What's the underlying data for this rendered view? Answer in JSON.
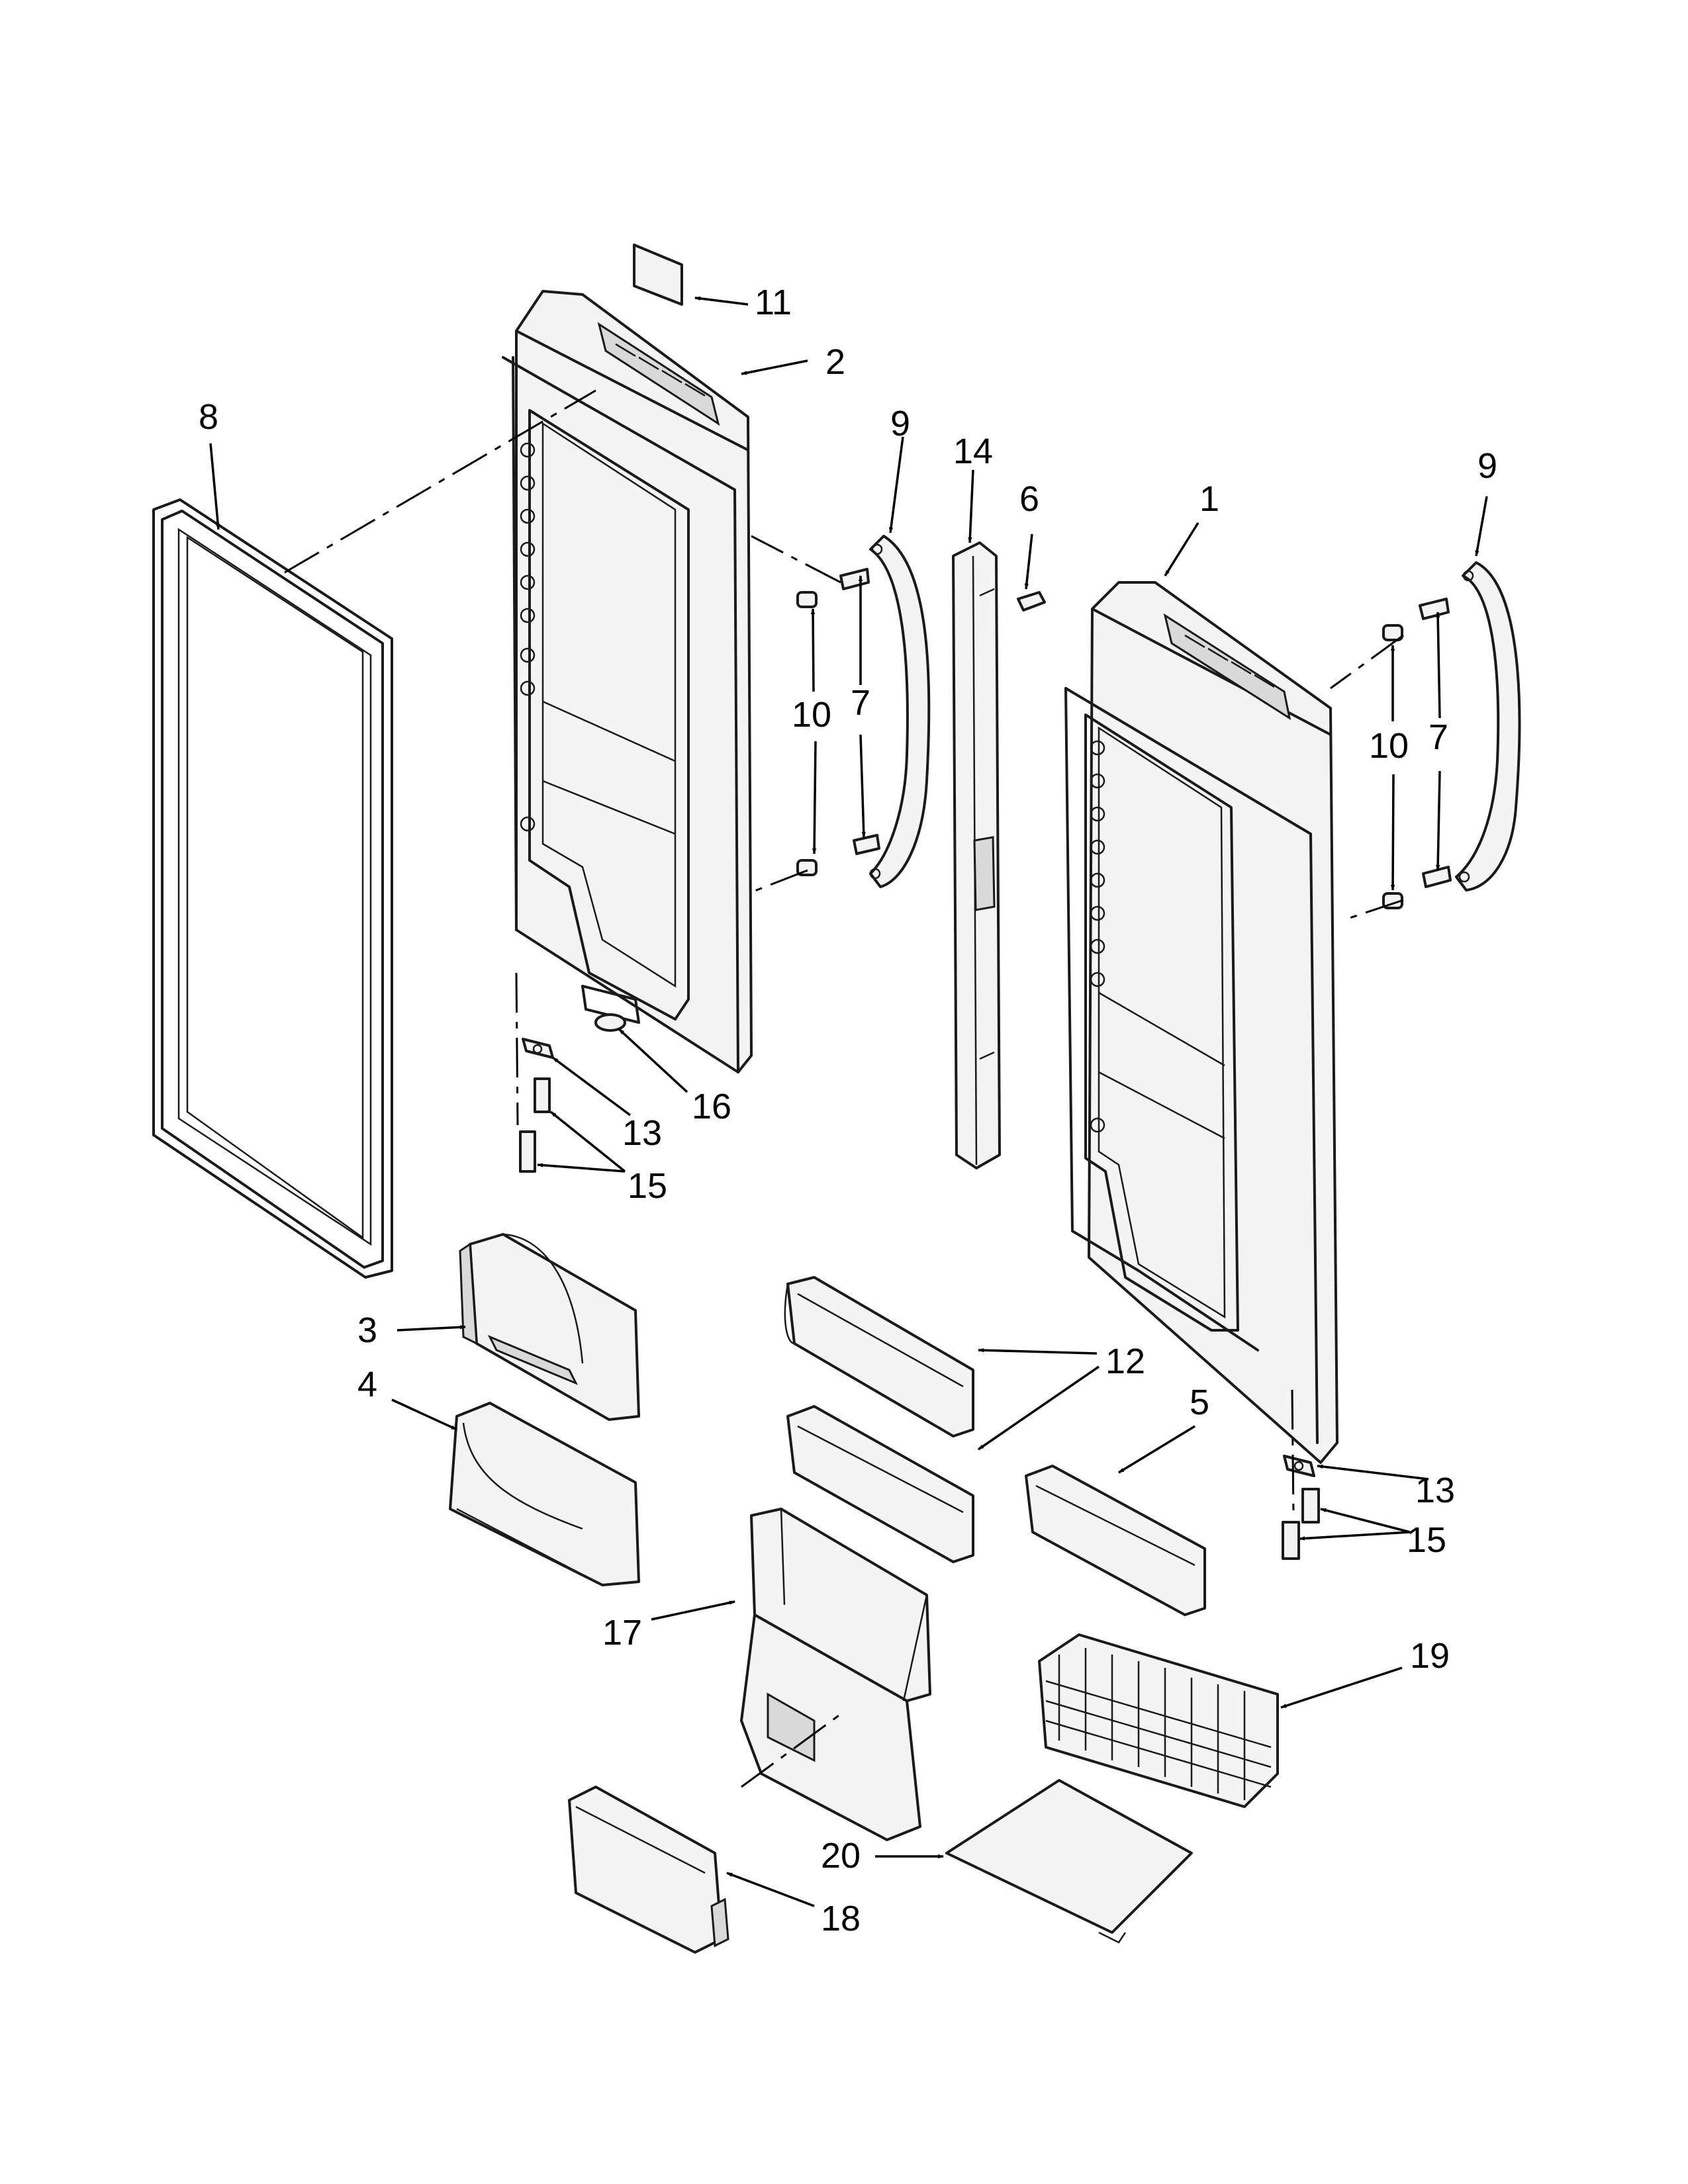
{
  "diagram": {
    "callouts": {
      "c1": "1",
      "c2": "2",
      "c3": "3",
      "c4": "4",
      "c5": "5",
      "c6": "6",
      "c7a": "7",
      "c7b": "7",
      "c8": "8",
      "c9a": "9",
      "c9b": "9",
      "c10a": "10",
      "c10b": "10",
      "c11": "11",
      "c12": "12",
      "c13a": "13",
      "c13b": "13",
      "c14": "14",
      "c15a": "15",
      "c15b": "15",
      "c16": "16",
      "c17": "17",
      "c18": "18",
      "c19": "19",
      "c20": "20"
    }
  }
}
